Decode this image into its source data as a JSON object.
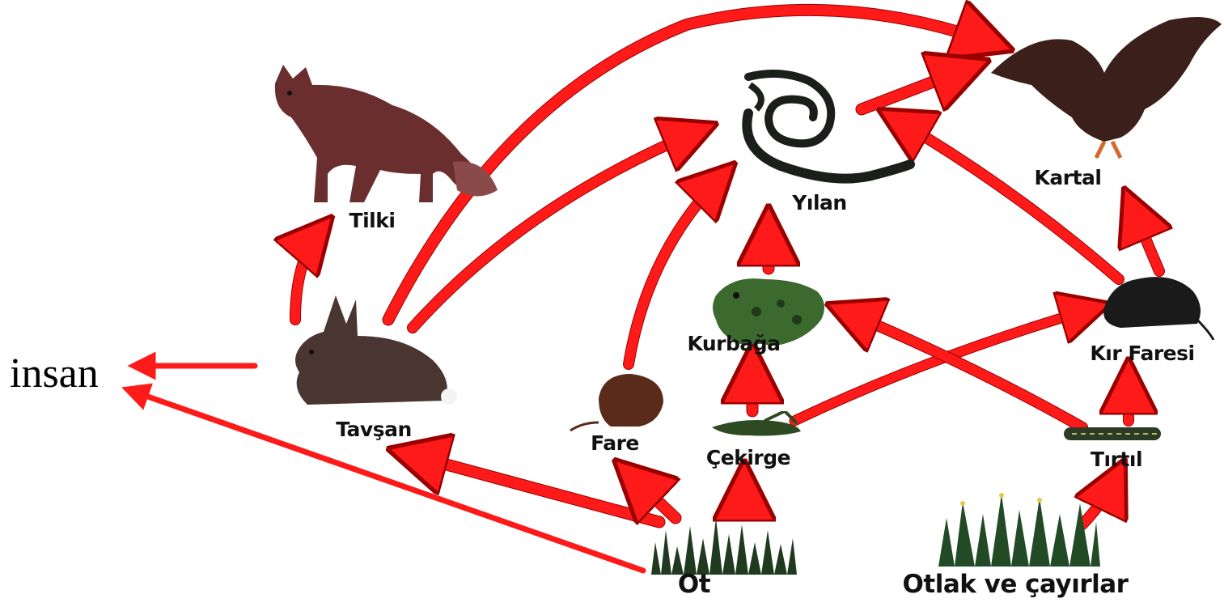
{
  "diagram": {
    "colors": {
      "arrow": "#ff1a1a",
      "arrow_outline": "#9a0000",
      "grass": "#1f3a1f",
      "text": "#111111"
    },
    "nodes": {
      "human": {
        "label": "insan"
      },
      "fox": {
        "label": "Tilki",
        "icon": "fox-icon"
      },
      "snake": {
        "label": "Yılan",
        "icon": "snake-icon"
      },
      "eagle": {
        "label": "Kartal",
        "icon": "eagle-icon"
      },
      "rabbit": {
        "label": "Tavşan",
        "icon": "rabbit-icon"
      },
      "frog": {
        "label": "Kurbağa",
        "icon": "frog-icon"
      },
      "vole": {
        "label": "Kır Faresi",
        "icon": "vole-icon"
      },
      "mouse": {
        "label": "Fare",
        "icon": "mouse-icon"
      },
      "grasshopper": {
        "label": "Çekirge",
        "icon": "grasshopper-icon"
      },
      "caterpillar": {
        "label": "Tırtıl",
        "icon": "caterpillar-icon"
      },
      "grass": {
        "label": "Ot",
        "icon": "grass-icon"
      },
      "meadow": {
        "label": "Otlak ve çayırlar",
        "icon": "meadow-icon"
      }
    },
    "edges": [
      {
        "from": "rabbit",
        "to": "human"
      },
      {
        "from": "grass",
        "to": "human"
      },
      {
        "from": "rabbit",
        "to": "fox"
      },
      {
        "from": "rabbit",
        "to": "snake"
      },
      {
        "from": "rabbit",
        "to": "eagle"
      },
      {
        "from": "mouse",
        "to": "snake"
      },
      {
        "from": "frog",
        "to": "snake"
      },
      {
        "from": "snake",
        "to": "eagle"
      },
      {
        "from": "vole",
        "to": "snake"
      },
      {
        "from": "vole",
        "to": "eagle"
      },
      {
        "from": "grasshopper",
        "to": "frog"
      },
      {
        "from": "grasshopper",
        "to": "vole"
      },
      {
        "from": "caterpillar",
        "to": "frog"
      },
      {
        "from": "caterpillar",
        "to": "vole"
      },
      {
        "from": "grass",
        "to": "rabbit"
      },
      {
        "from": "grass",
        "to": "mouse"
      },
      {
        "from": "grass",
        "to": "grasshopper"
      },
      {
        "from": "meadow",
        "to": "caterpillar"
      }
    ]
  }
}
